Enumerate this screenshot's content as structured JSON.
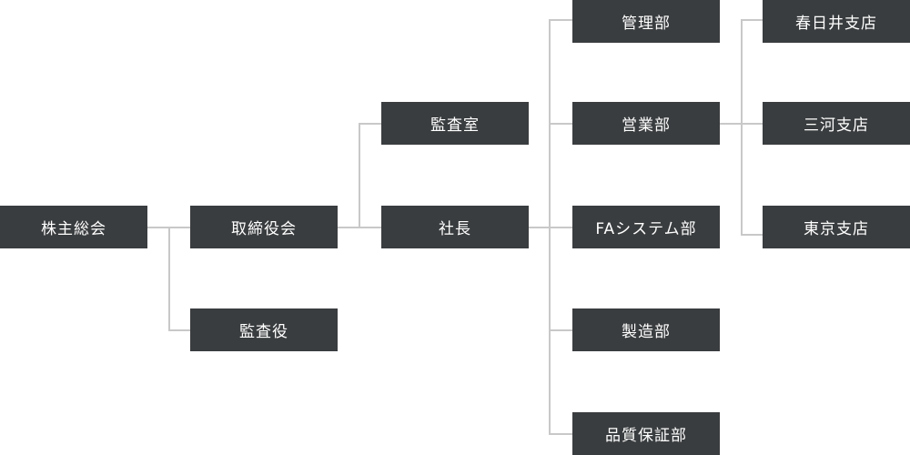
{
  "nodes": {
    "shareholders": "株主総会",
    "board": "取締役会",
    "auditor": "監査役",
    "audit_office": "監査室",
    "president": "社長",
    "admin_dept": "管理部",
    "sales_dept": "営業部",
    "fa_dept": "FAシステム部",
    "manufacturing_dept": "製造部",
    "qa_dept": "品質保証部",
    "kasugai_branch": "春日井支店",
    "mikawa_branch": "三河支店",
    "tokyo_branch": "東京支店"
  },
  "colors": {
    "box": "#3a3d3f",
    "text": "#ffffff",
    "connector": "#c8c8c8"
  }
}
